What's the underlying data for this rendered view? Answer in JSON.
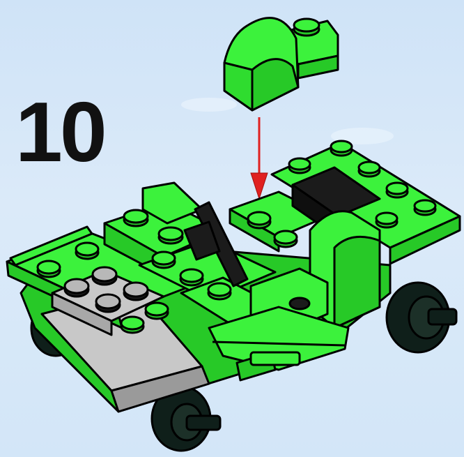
{
  "step": {
    "number": "10"
  },
  "colors": {
    "background": "#d3e6f8",
    "brick_green": "#3cf23c",
    "brick_green_shade": "#27c927",
    "plate_grey": "#c8c8c8",
    "stud_dark": "#1b1b1b",
    "tire": "#0f1f1a",
    "arrow": "#e02020",
    "outline": "#000000"
  },
  "icons": {
    "new_part": "curved-slope-brick",
    "direction": "red-down-arrow",
    "model": "green-car-chassis"
  }
}
